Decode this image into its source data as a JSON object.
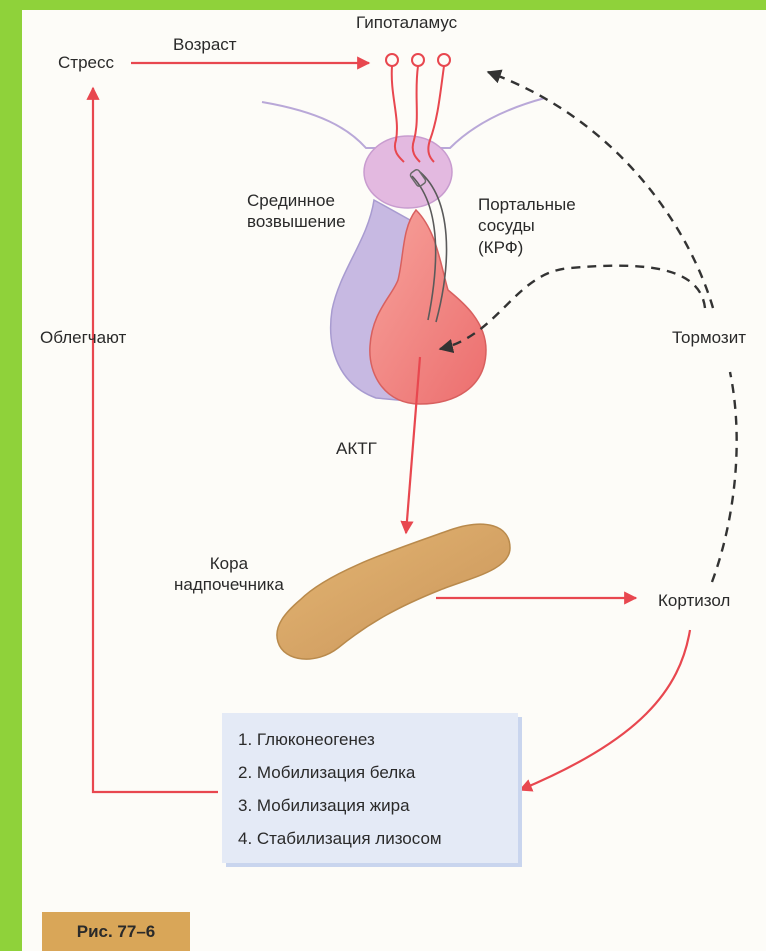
{
  "diagram": {
    "labels": {
      "hypothalamus": "Гипоталамус",
      "stress": "Стресс",
      "age": "Возраст",
      "median_eminence_line1": "Срединное",
      "median_eminence_line2": "возвышение",
      "portal_line1": "Портальные",
      "portal_line2": "сосуды",
      "portal_line3": "(КРФ)",
      "facilitate": "Облегчают",
      "inhibit": "Тормозит",
      "acth": "АКТГ",
      "cortex_line1": "Кора",
      "cortex_line2": "надпочечника",
      "cortisol": "Кортизол"
    },
    "effects": [
      "1. Глюконеогенез",
      "2. Мобилизация белка",
      "3. Мобилизация жира",
      "4. Стабилизация лизосом"
    ],
    "caption": "Рис. 77–6"
  },
  "colors": {
    "background_frame": "#8fd23a",
    "arrow_red": "#e8474f",
    "arrow_dashed": "#333333",
    "pituitary_pink": "#f08a86",
    "pituitary_lavender": "#c7b9e2",
    "median_eminence": "#e3b9e0",
    "adrenal_cortex": "#d7a866",
    "effects_box": "#e4eaf6",
    "caption_bg": "#d9a658"
  }
}
